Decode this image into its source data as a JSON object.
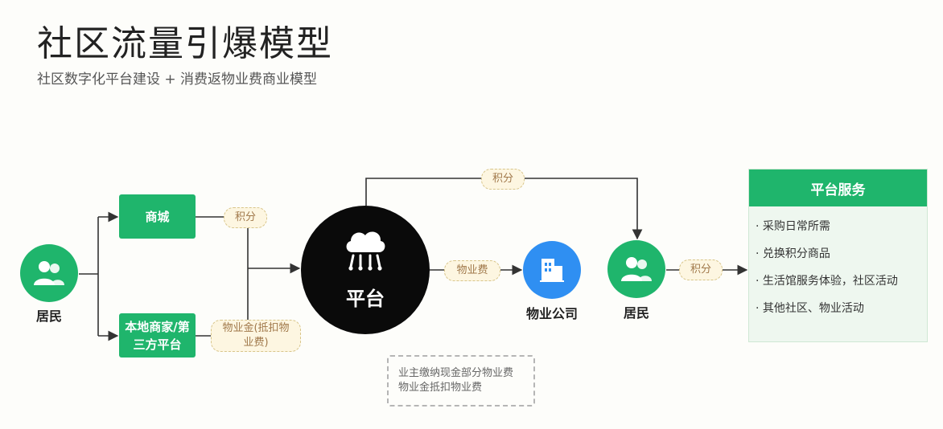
{
  "header": {
    "title": "社区流量引爆模型",
    "subtitle": "社区数字化平台建设 + 消费返物业费商业模型"
  },
  "nodes": {
    "resident_left": {
      "label": "居民",
      "icon": "people-icon"
    },
    "mall": {
      "label": "商城"
    },
    "merchants": {
      "line1": "本地商家/第",
      "line2": "三方平台"
    },
    "platform": {
      "label": "平台",
      "icon": "cloud-network-icon"
    },
    "property_company": {
      "label": "物业公司",
      "icon": "building-icon"
    },
    "resident_right": {
      "label": "居民",
      "icon": "people-icon"
    }
  },
  "tags": {
    "points_mall": "积分",
    "property_credit_line1": "物业金(抵扣物",
    "property_credit_line2": "业费)",
    "points_top": "积分",
    "property_fee": "物业费",
    "points_right": "积分"
  },
  "services": {
    "title": "平台服务",
    "items": [
      "采购日常所需",
      "兑换积分商品",
      "生活馆服务体验，社区活动",
      "其他社区、物业活动"
    ]
  },
  "note": {
    "line1": "业主缴纳现金部分物业费",
    "line2": "物业金抵扣物业费"
  },
  "colors": {
    "green": "#1fb56c",
    "platform_black": "#0a0a0a",
    "property_blue": "#2f8ff2",
    "tag_bg": "#fdf6e1",
    "line": "#333333"
  }
}
